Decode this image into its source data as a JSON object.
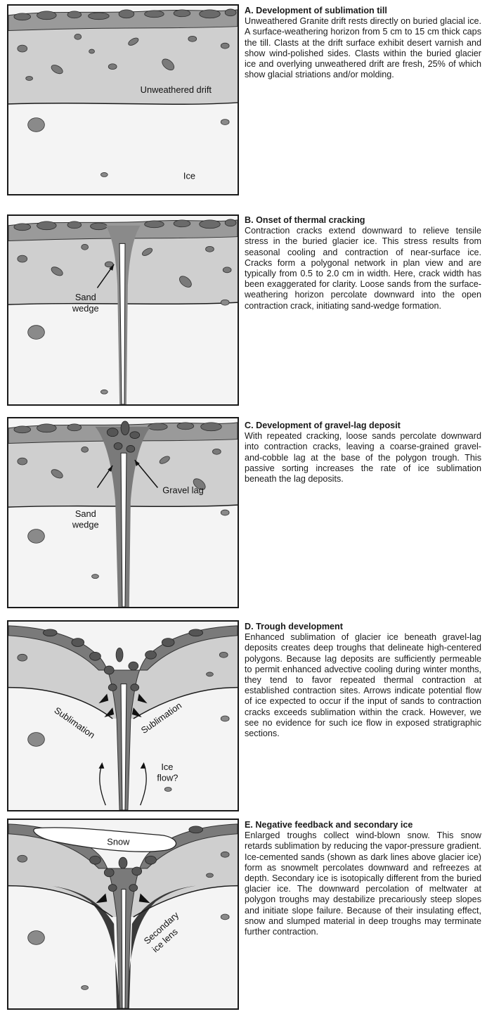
{
  "panels": [
    {
      "id": "A",
      "title": "A. Development of sublimation till",
      "text": "Unweathered Granite drift rests directly on buried glacial ice. A surface-weathering horizon from 5 cm to 15 cm thick caps the till. Clasts at the drift surface exhibit desert varnish and show wind-polished sides. Clasts within the buried glacier ice and overlying unweathered drift are fresh, 25% of which show glacial striations and/or molding.",
      "labels": {
        "drift": "Unweathered drift",
        "ice": "Ice"
      }
    },
    {
      "id": "B",
      "title": "B. Onset of thermal cracking",
      "text": "Contraction cracks extend downward to relieve tensile stress in the buried glacier ice. This stress results from seasonal cooling and contraction of near-surface ice. Cracks form a polygonal network in plan view and are typically from 0.5 to 2.0 cm in width. Here, crack width has been exaggerated for clarity. Loose sands from the surface-weathering horizon percolate downward into the open contraction crack, initiating sand-wedge formation.",
      "labels": {
        "sand": "Sand",
        "wedge": "wedge"
      }
    },
    {
      "id": "C",
      "title": "C. Development of gravel-lag deposit",
      "text": "With repeated cracking, loose sands percolate downward into contraction cracks, leaving a coarse-grained gravel-and-cobble lag at the base of the polygon trough. This passive sorting increases the rate of ice sublimation beneath the lag deposits.",
      "labels": {
        "gravel": "Gravel lag",
        "sand": "Sand",
        "wedge": "wedge"
      }
    },
    {
      "id": "D",
      "title": "D. Trough development",
      "text": "Enhanced sublimation of glacier ice beneath gravel-lag deposits creates deep troughs that delineate high-centered polygons. Because lag deposits are sufficiently permeable to permit enhanced advective cooling during winter months, they tend to favor repeated thermal contraction at established contraction sites. Arrows indicate potential flow of ice expected to occur if the input of sands to contraction cracks exceeds sublimation within the crack. However, we see no evidence for such ice flow in exposed stratigraphic sections.",
      "labels": {
        "sub_left": "Sublimation",
        "sub_right": "Sublimation",
        "ice": "Ice",
        "flow": "flow?"
      }
    },
    {
      "id": "E",
      "title": "E. Negative feedback and secondary ice",
      "text": "Enlarged troughs collect wind-blown snow. This snow retards sublimation by reducing the vapor-pressure gradient. Ice-cemented sands (shown as dark lines above glacier ice) form as snowmelt percolates downward and refreezes at depth. Secondary ice is isotopically different from the buried glacier ice. The downward percolation of meltwater at polygon troughs may destabilize precariously steep slopes and initiate slope failure. Because of their insulating effect, snow and slumped material in deep troughs may terminate further contraction.",
      "labels": {
        "snow": "Snow",
        "sec1": "Secondary",
        "sec2": "ice lens"
      }
    }
  ]
}
